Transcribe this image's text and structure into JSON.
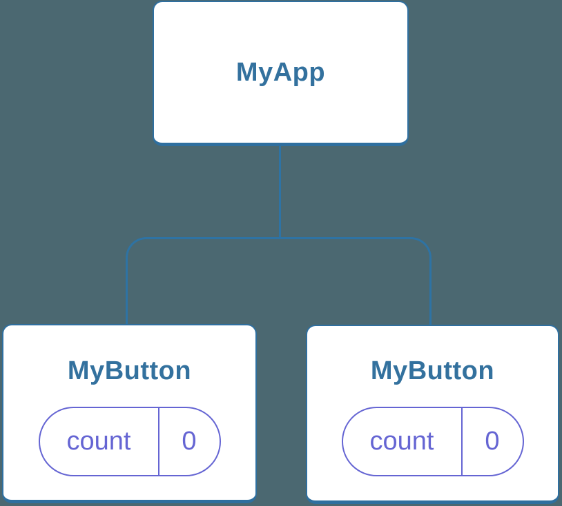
{
  "diagram": {
    "description": "Component tree diagram showing a parent component and two child components each holding independent state",
    "root": {
      "label": "MyApp"
    },
    "children": [
      {
        "label": "MyButton",
        "state": {
          "key": "count",
          "value": "0"
        }
      },
      {
        "label": "MyButton",
        "state": {
          "key": "count",
          "value": "0"
        }
      }
    ],
    "colors": {
      "background": "#4b6871",
      "card_bg": "#ffffff",
      "card_border": "#2f6f9f",
      "connector": "#2e73a4",
      "label_text": "#33719e",
      "state_accent": "#6565d3"
    }
  }
}
